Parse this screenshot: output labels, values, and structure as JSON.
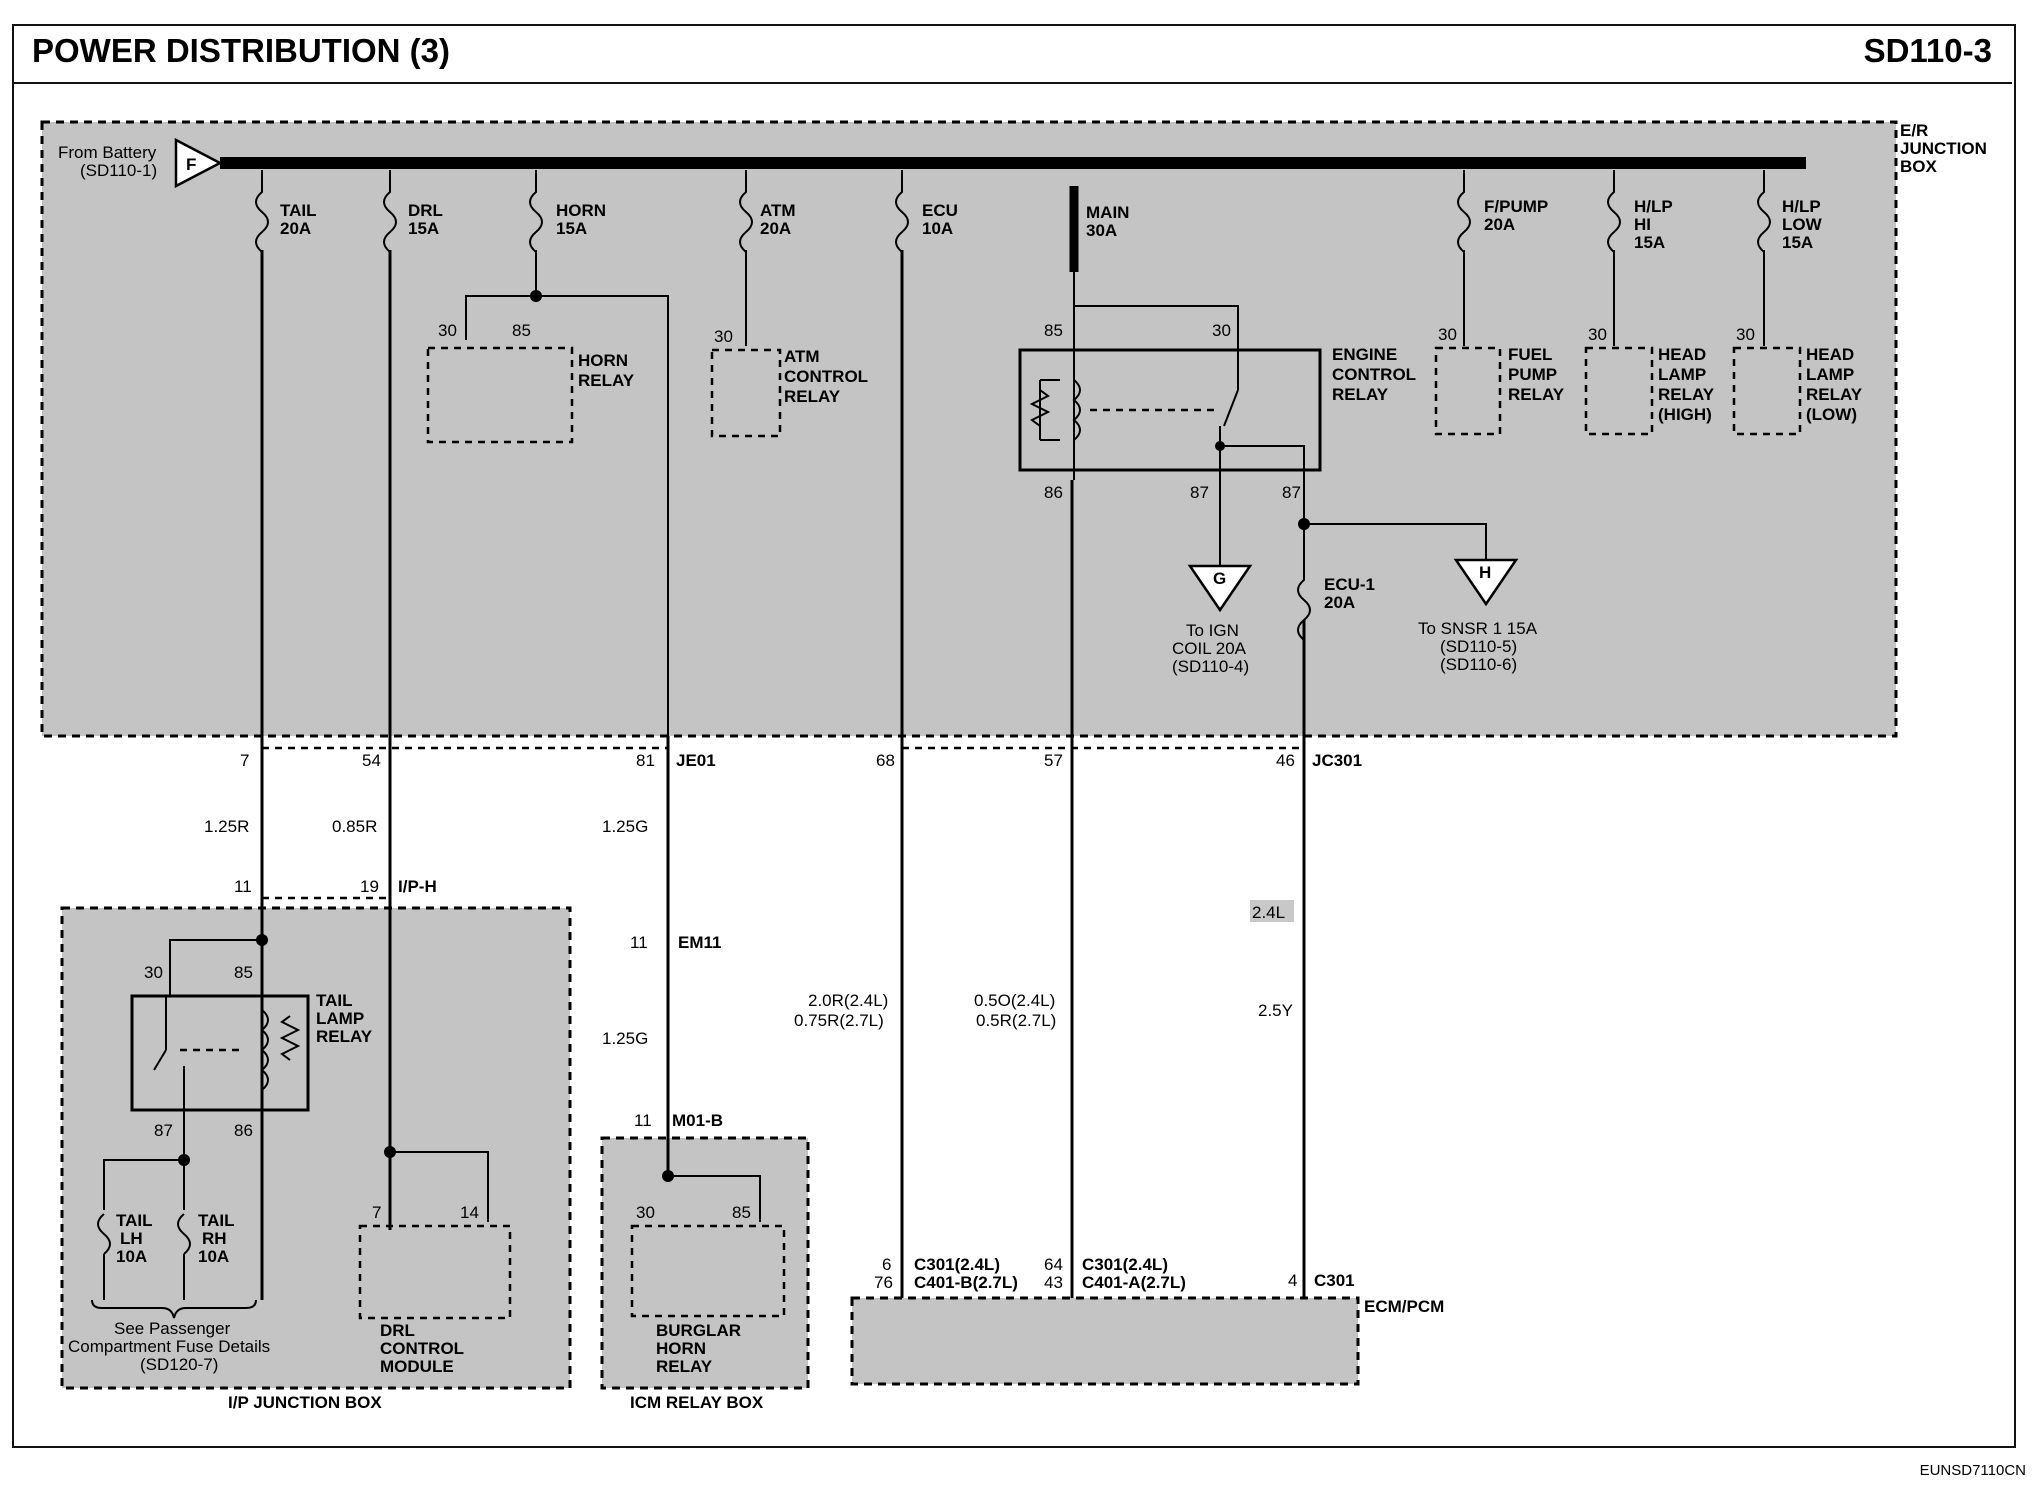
{
  "header": {
    "title": "POWER DISTRIBUTION (3)",
    "page_code": "SD110-3"
  },
  "footer": {
    "drawing_id": "EUNSD7110CN"
  },
  "er_junction_box": {
    "label_1": "E/R",
    "label_2": "JUNCTION",
    "label_3": "BOX",
    "from_battery_1": "From Battery",
    "from_battery_2": "(SD110-1)",
    "battery_tag": "F",
    "fuses": [
      {
        "name": "TAIL",
        "rating": "20A"
      },
      {
        "name": "DRL",
        "rating": "15A"
      },
      {
        "name": "HORN",
        "rating": "15A"
      },
      {
        "name": "ATM",
        "rating": "20A"
      },
      {
        "name": "ECU",
        "rating": "10A"
      },
      {
        "name": "MAIN",
        "rating": "30A"
      },
      {
        "name": "F/PUMP",
        "rating": "20A"
      },
      {
        "name": "H/LP",
        "sub": "HI",
        "rating": "15A"
      },
      {
        "name": "H/LP",
        "sub": "LOW",
        "rating": "15A"
      }
    ],
    "relays": {
      "horn": [
        "HORN",
        "RELAY"
      ],
      "atm": [
        "ATM",
        "CONTROL",
        "RELAY"
      ],
      "engine": [
        "ENGINE",
        "CONTROL",
        "RELAY"
      ],
      "fuel_pump": [
        "FUEL",
        "PUMP",
        "RELAY"
      ],
      "head_high": [
        "HEAD",
        "LAMP",
        "RELAY",
        "(HIGH)"
      ],
      "head_low": [
        "HEAD",
        "LAMP",
        "RELAY",
        "(LOW)"
      ]
    },
    "terminals": {
      "t30": "30",
      "t85": "85",
      "t86": "86",
      "t87": "87"
    },
    "ecu1_fuse": {
      "name": "ECU-1",
      "rating": "20A"
    },
    "ign_ref": {
      "tag": "G",
      "line1": "To IGN",
      "line2": "COIL 20A",
      "line3": "(SD110-4)"
    },
    "snsr_ref": {
      "tag": "H",
      "line1": "To SNSR 1 15A",
      "line2": "(SD110-5)",
      "line3": "(SD110-6)"
    }
  },
  "connectors": {
    "je01_pins": {
      "p7": "7",
      "p54": "54",
      "p81": "81",
      "name": "JE01"
    },
    "jc301_pins": {
      "p68": "68",
      "p57": "57",
      "p46": "46",
      "name": "JC301"
    },
    "iph": {
      "p11": "11",
      "p19": "19",
      "name": "I/P-H"
    },
    "em11": {
      "pin": "11",
      "name": "EM11"
    },
    "m01b": {
      "pin": "11",
      "name": "M01-B"
    },
    "ecm_left": {
      "pin_a": "6",
      "pin_b": "76",
      "line_a": "C301(2.4L)",
      "line_b": "C401-B(2.7L)"
    },
    "ecm_mid": {
      "pin_a": "64",
      "pin_b": "43",
      "line_a": "C301(2.4L)",
      "line_b": "C401-A(2.7L)"
    },
    "ecm_right": {
      "pin": "4",
      "name": "C301"
    }
  },
  "wires": {
    "w1": "1.25R",
    "w2": "0.85R",
    "w3": "1.25G",
    "w4": "1.25G",
    "w5a": "2.0R(2.4L)",
    "w5b": "0.75R(2.7L)",
    "w6a": "0.5O(2.4L)",
    "w6b": "0.5R(2.7L)",
    "w7_tag": "2.4L",
    "w7": "2.5Y"
  },
  "ip_box": {
    "label": "I/P JUNCTION BOX",
    "relay": [
      "TAIL",
      "LAMP",
      "RELAY"
    ],
    "fuse_lh": {
      "name": "TAIL",
      "side": "LH",
      "rating": "10A"
    },
    "fuse_rh": {
      "name": "TAIL",
      "side": "RH",
      "rating": "10A"
    },
    "note": [
      "See Passenger",
      "Compartment Fuse Details",
      "(SD120-7)"
    ],
    "drl_module": [
      "DRL",
      "CONTROL",
      "MODULE"
    ],
    "drl_pins": {
      "p7": "7",
      "p14": "14"
    }
  },
  "icm_box": {
    "label": "ICM RELAY BOX",
    "relay": [
      "BURGLAR",
      "HORN",
      "RELAY"
    ]
  },
  "ecm": {
    "label": "ECM/PCM"
  },
  "colors": {
    "shade": "#c4c4c4",
    "line": "#000000"
  }
}
